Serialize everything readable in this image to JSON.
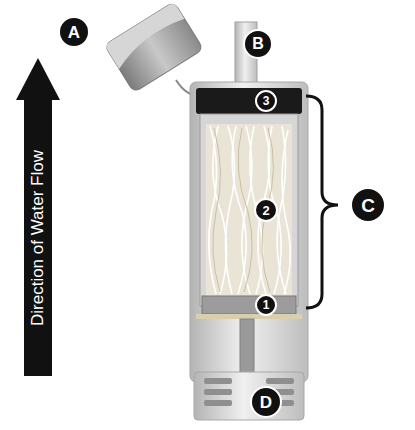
{
  "diagram": {
    "nodes": [
      {
        "text": [
          "Direction of Water Flow"
        ]
      }
    ],
    "labels": [
      "A",
      "B",
      "3",
      "C",
      "2",
      "1",
      "D"
    ]
  }
}
